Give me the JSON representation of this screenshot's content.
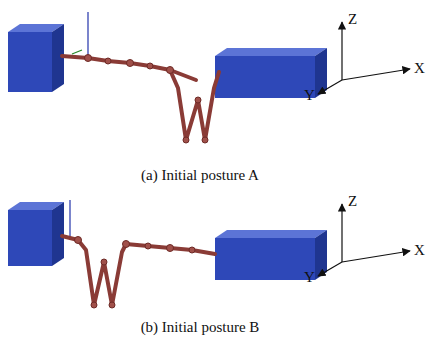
{
  "diagram": {
    "labels": [
      "Z",
      "Y",
      "X",
      "(a) Initial posture A",
      "Z",
      "Y",
      "X",
      "(b) Initial posture B"
    ]
  }
}
